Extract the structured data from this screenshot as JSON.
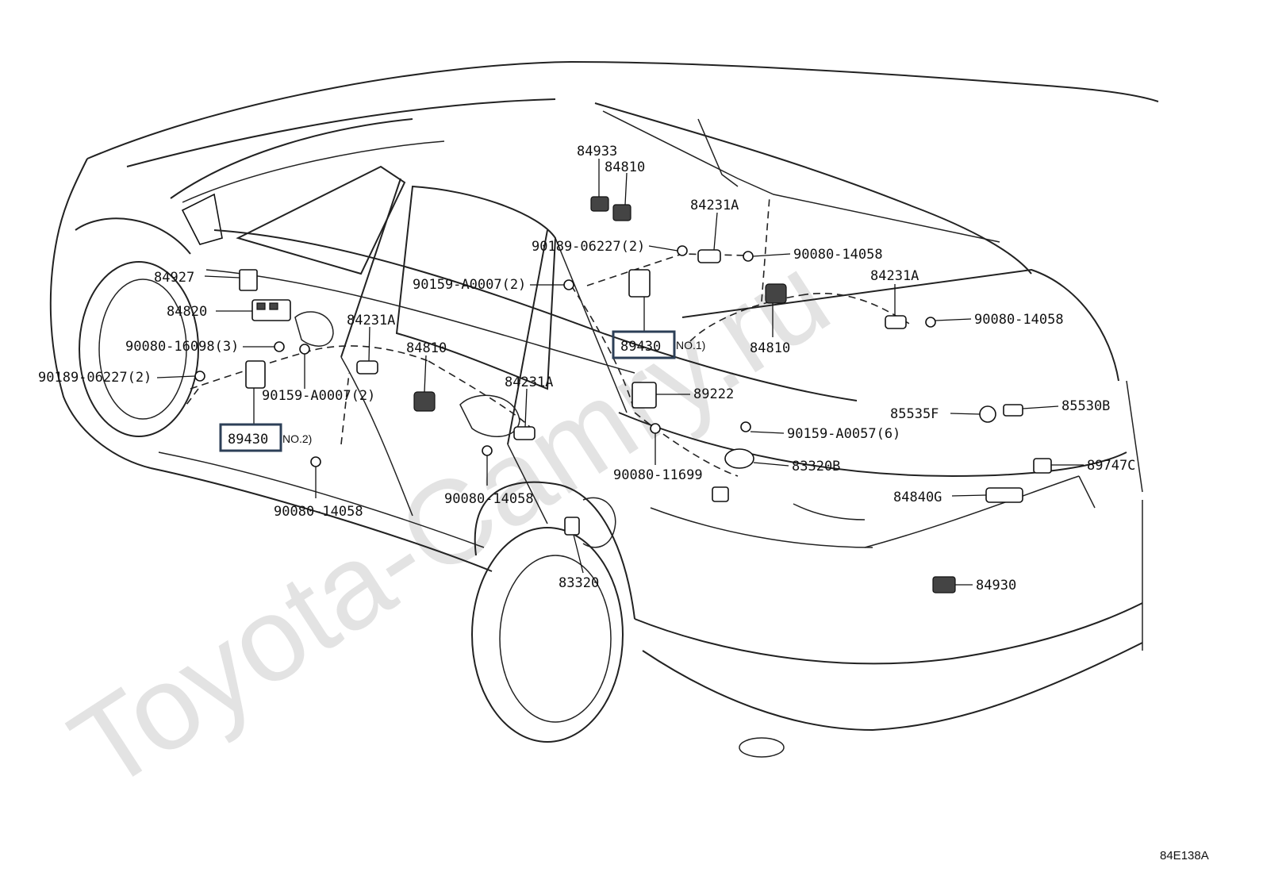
{
  "watermark": "Toyota-Camry.ru",
  "figure_code": "84E138A",
  "labels": {
    "p84933": "84933",
    "p84810_top": "84810",
    "p84231A_top": "84231A",
    "p90189_top": "90189-06227(2)",
    "p90080_14058_top": "90080-14058",
    "p90159_a0007_top": "90159-A0007(2)",
    "p84231A_right": "84231A",
    "p90080_14058_right": "90080-14058",
    "p89430_no1": "89430",
    "note_no1": "NO.1)",
    "p84810_right": "84810",
    "p84927": "84927",
    "p84820": "84820",
    "p90080_16098": "90080-16098(3)",
    "p90189_left": "90189-06227(2)",
    "p84231A_left": "84231A",
    "p90159_a0007_left": "90159-A0007(2)",
    "p84810_mid": "84810",
    "p84231A_mid": "84231A",
    "p89222": "89222",
    "p89430_no2": "89430",
    "note_no2": "NO.2)",
    "p90159_a0057": "90159-A0057(6)",
    "p85535F": "85535F",
    "p85530B": "85530B",
    "p90080_11699": "90080-11699",
    "p83320B": "83320B",
    "p89747C": "89747C",
    "p90080_14058_mid": "90080-14058",
    "p90080_14058_bottom": "90080-14058",
    "p84840G": "84840G",
    "p83320": "83320",
    "p84930": "84930"
  }
}
